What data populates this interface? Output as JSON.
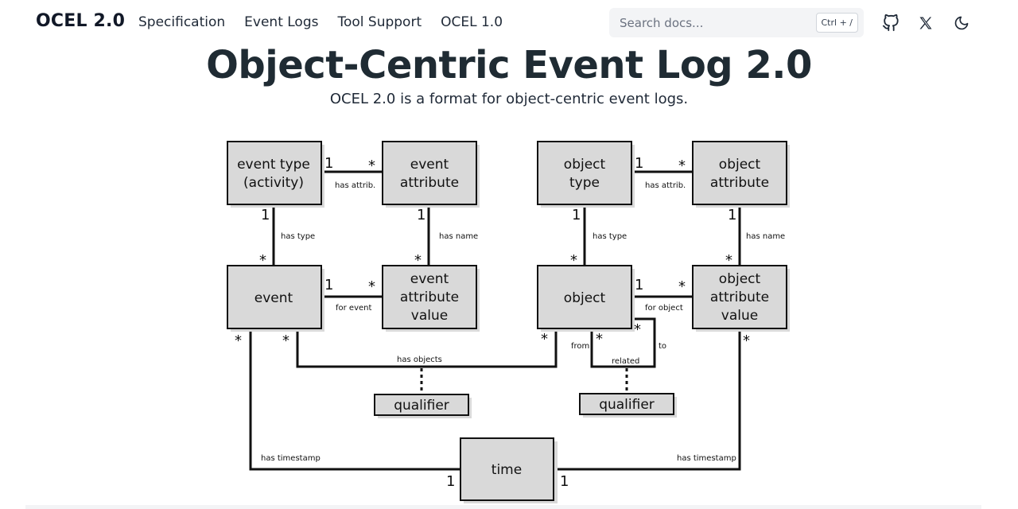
{
  "nav": {
    "logo": "OCEL 2.0",
    "links": [
      "Specification",
      "Event Logs",
      "Tool Support",
      "OCEL 1.0"
    ],
    "search_placeholder": "Search docs...",
    "search_shortcut": "Ctrl + /",
    "icons": [
      "github-icon",
      "x-icon",
      "moon-icon"
    ]
  },
  "hero": {
    "title": "Object-Centric Event Log 2.0",
    "subtitle": "OCEL 2.0 is a format for object-centric event logs."
  },
  "diagram": {
    "boxes": {
      "event_type": [
        "event type",
        "(activity)"
      ],
      "event_attribute": [
        "event",
        "attribute"
      ],
      "object_type": [
        "object",
        "type"
      ],
      "object_attribute": [
        "object",
        "attribute"
      ],
      "event": [
        "event"
      ],
      "event_attribute_value": [
        "event",
        "attribute",
        "value"
      ],
      "object": [
        "object"
      ],
      "object_attribute_value": [
        "object",
        "attribute",
        "value"
      ],
      "qualifier_left": [
        "qualifier"
      ],
      "qualifier_right": [
        "qualifier"
      ],
      "time": [
        "time"
      ]
    },
    "relations": {
      "event_has_attrib": "has attrib.",
      "object_has_attrib": "has attrib.",
      "event_has_type": "has type",
      "event_attr_has_name": "has name",
      "object_has_type": "has type",
      "object_attr_has_name": "has name",
      "for_event": "for event",
      "for_object": "for object",
      "has_objects": "has objects",
      "from": "from",
      "to": "to",
      "related": "related",
      "event_has_timestamp": "has timestamp",
      "object_has_timestamp": "has timestamp"
    },
    "multiplicity": {
      "one": "1",
      "many": "*"
    }
  }
}
